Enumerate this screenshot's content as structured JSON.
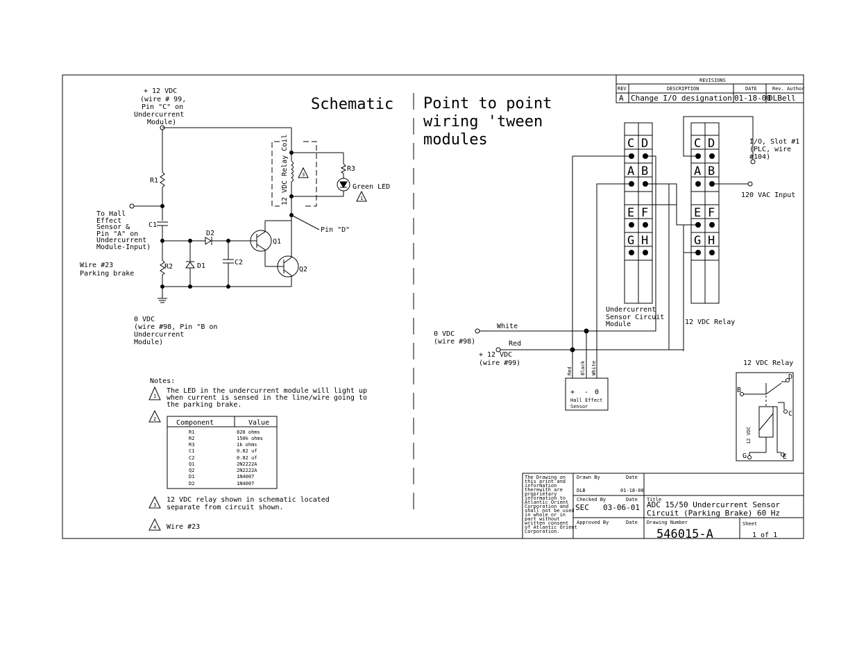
{
  "headings": {
    "schematic": "Schematic",
    "p2p_line1": "Point to point",
    "p2p_line2": "wiring 'tween",
    "p2p_line3": "modules"
  },
  "schematic": {
    "supply_label": [
      "+ 12 VDC",
      "(wire # 99,",
      "Pin \"C\" on",
      "Undercurrent",
      "Module)"
    ],
    "ground_label": [
      "0 VDC",
      "(wire #98, Pin \"B on",
      "Undercurrent",
      "Module)"
    ],
    "input_label": [
      "To Hall",
      "Effect",
      "Sensor &",
      "Pin \"A\" on",
      "Undercurrent",
      "Module-Input)"
    ],
    "wire_label": [
      "Wire #23",
      "Parking brake"
    ],
    "relay_coil": "12 VDC Relay Coil",
    "led_label": "Green LED",
    "pin_d": "Pin \"D\"",
    "R1": "R1",
    "R2": "R2",
    "R3": "R3",
    "C1": "C1",
    "C2": "C2",
    "D1": "D1",
    "D2": "D2",
    "Q1": "Q1",
    "Q2": "Q2",
    "note_tri1": "1",
    "note_tri3": "3"
  },
  "notes": {
    "title": "Notes:",
    "n1_num": "1",
    "n1_text": [
      "The LED in the undercurrent module will light up",
      "when current is sensed in the line/wire going to",
      "the parking brake."
    ],
    "n2_num": "2",
    "n3_num": "3",
    "n3_text": [
      "12 VDC relay shown in schematic located",
      "separate from circuit shown."
    ],
    "n4_num": "4",
    "n4_text": "Wire #23",
    "table": {
      "headers": [
        "Component",
        "Value"
      ],
      "rows": [
        [
          "R1",
          "820 ohms"
        ],
        [
          "R2",
          "150k ohms"
        ],
        [
          "R3",
          "1k ohms"
        ],
        [
          "C1",
          "0.82 uf"
        ],
        [
          "C2",
          "0.82 uf"
        ],
        [
          "Q1",
          "2N2222A"
        ],
        [
          "Q2",
          "2N2222A"
        ],
        [
          "D1",
          "1N4007"
        ],
        [
          "D2",
          "1N4007"
        ]
      ]
    }
  },
  "wiring": {
    "pins": [
      "C",
      "D",
      "A",
      "B",
      "E",
      "F",
      "G",
      "H"
    ],
    "module_label": [
      "Undercurrent",
      "Sensor Circuit",
      "Module"
    ],
    "relay_label": "12 VDC Relay",
    "io_label": [
      "I/O, Slot #1",
      "(PLC, wire",
      "#104)"
    ],
    "ac_label": "120 VAC Input",
    "zero_vdc": [
      "0 VDC",
      "(wire #98)"
    ],
    "plus12": [
      "+ 12 VDC",
      "(wire #99)"
    ],
    "white": "White",
    "red": "Red",
    "wire_red": "Red",
    "wire_black": "Black",
    "wire_white": "White",
    "sensor_pins": [
      "+",
      "-",
      "0"
    ],
    "sensor_label": [
      "Hall Effect",
      "Sensor"
    ],
    "relay_detail_title": "12 VDC Relay",
    "relay_detail_coil": "12 VDC",
    "relay_pins": [
      "B",
      "D",
      "C",
      "G",
      "E"
    ]
  },
  "revisions": {
    "title": "REVISIONS",
    "headers": [
      "REV",
      "DESCRIPTION",
      "DATE",
      "Rev. Author"
    ],
    "row": [
      "A",
      "Change I/O designation",
      "01-18-00",
      "DLBell"
    ]
  },
  "title_block": {
    "disclaimer": [
      "The Drawing on",
      "this print and",
      "information",
      "therewith are",
      "proprietary",
      "information to",
      "Atlantic Orient",
      "Corporation and",
      "shall not be used",
      "in whole or in",
      "part without",
      "written consent",
      "of Atlantic Orient",
      "Corporation."
    ],
    "drawn_by_label": "Drawn By",
    "date_label": "Date",
    "drawn_by": "DLB",
    "drawn_date": "01-18-00",
    "checked_by_label": "Checked By",
    "checked_by": "SEC",
    "checked_date": "03-06-01",
    "approved_by_label": "Approved By",
    "title_label": "Title",
    "title_line1": "ADC 15/50 Undercurrent Sensor",
    "title_line2": "Circuit (Parking Brake) 60 Hz",
    "drawing_number_label": "Drawing Number",
    "drawing_number": "546015-A",
    "sheet_label": "Sheet",
    "sheet": "1 of 1"
  }
}
